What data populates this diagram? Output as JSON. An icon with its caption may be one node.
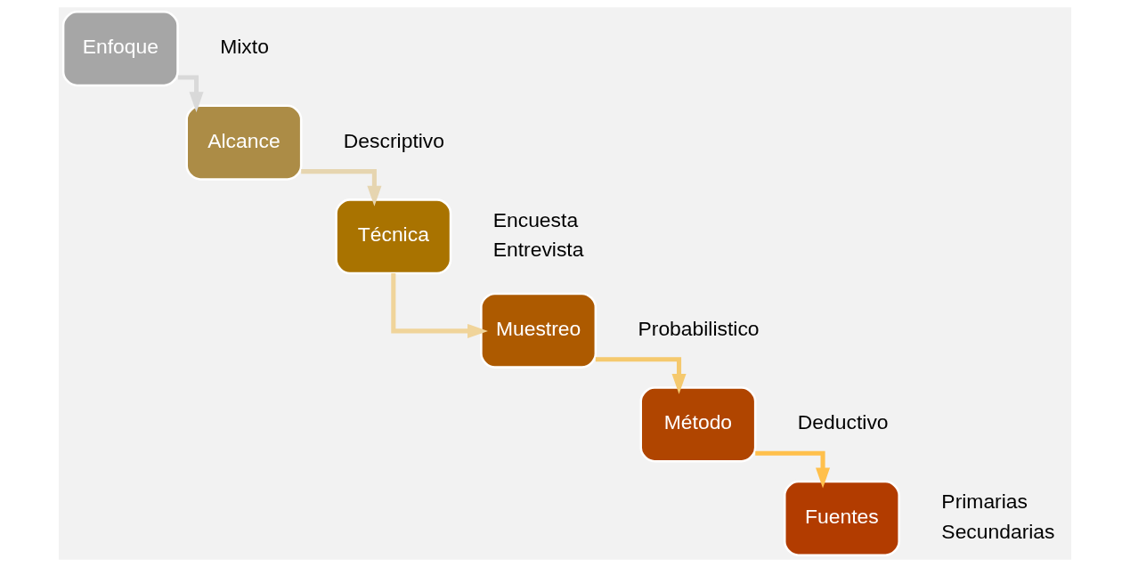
{
  "diagram": {
    "nodes": [
      {
        "text": [
          "Enfoque"
        ],
        "beside": [
          "Mixto"
        ]
      },
      {
        "text": [
          "Alcance"
        ],
        "beside": [
          "Descriptivo"
        ]
      },
      {
        "text": [
          "Técnica"
        ],
        "beside": [
          "Encuesta",
          "Entrevista"
        ]
      },
      {
        "text": [
          "Muestreo"
        ],
        "beside": [
          "Probabilistico"
        ]
      },
      {
        "text": [
          "Método"
        ],
        "beside": [
          "Deductivo"
        ]
      },
      {
        "text": [
          "Fuentes"
        ],
        "beside": [
          "Primarias",
          "Secundarias"
        ]
      }
    ],
    "edges": [
      {
        "from": 0,
        "to": 1,
        "arrow": "to",
        "color": "#d9d9d9"
      },
      {
        "from": 1,
        "to": 2,
        "arrow": "to",
        "color": "#e6d5b0"
      },
      {
        "from": 2,
        "to": 3,
        "arrow": "to",
        "color": "#f0d49a"
      },
      {
        "from": 3,
        "to": 4,
        "arrow": "to",
        "color": "#f5c96e"
      },
      {
        "from": 4,
        "to": 5,
        "arrow": "to",
        "color": "#ffc04c"
      }
    ]
  }
}
